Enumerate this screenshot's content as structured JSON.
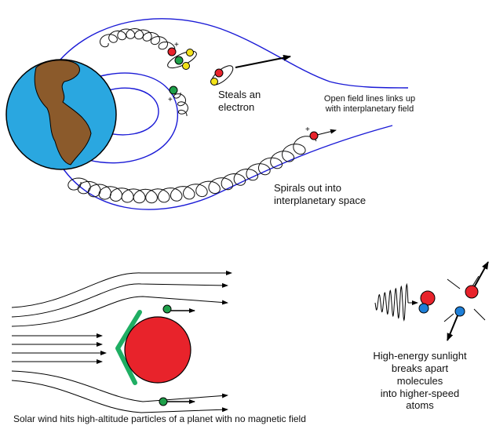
{
  "labels": {
    "steals": "Steals an\nelectron",
    "open_field": "Open field lines links up\nwith interplanetary field",
    "spirals": "Spirals out into\ninterplanetary space",
    "sunlight": "High-energy sunlight\nbreaks apart molecules\ninto higher-speed atoms",
    "solar_wind": "Solar wind hits high-altitude particles of a planet with no magnetic field"
  },
  "charge_symbol": "+",
  "colors": {
    "field_line": "#1a1ad6",
    "ocean": "#2aa7e0",
    "land": "#8b5a2b",
    "ion_red": "#e8232b",
    "ion_green": "#1fa04a",
    "electron_yellow": "#f2e21a",
    "electron_blue": "#1e7fd8",
    "planet_red": "#e8232b",
    "ionopause": "#1fae63"
  }
}
